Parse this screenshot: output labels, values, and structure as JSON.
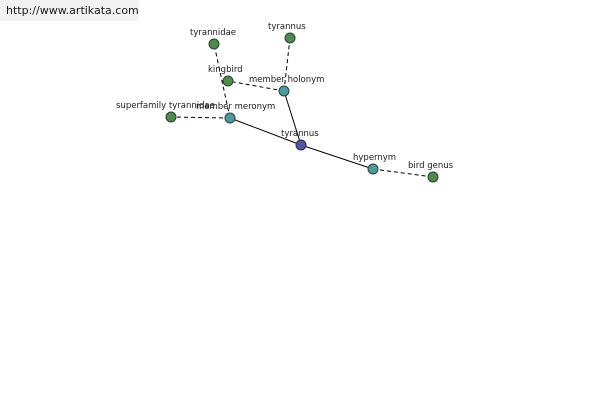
{
  "banner": {
    "url_text": "http://www.artikata.com"
  },
  "colors": {
    "word_node": "#4f8a4f",
    "relation_node": "#4f9a9a",
    "center_node": "#5555a0"
  },
  "nodes": [
    {
      "id": "tyrannidae",
      "label": "tyrannidae",
      "kind": "word"
    },
    {
      "id": "tyrannus_top",
      "label": "tyrannus",
      "kind": "word"
    },
    {
      "id": "kingbird",
      "label": "kingbird",
      "kind": "word"
    },
    {
      "id": "member_holonym",
      "label": "member holonym",
      "kind": "relation"
    },
    {
      "id": "superfamily",
      "label": "superfamily tyrannidae",
      "kind": "word"
    },
    {
      "id": "member_meronym",
      "label": "member meronym",
      "kind": "relation"
    },
    {
      "id": "tyrannus_center",
      "label": "tyrannus",
      "kind": "center"
    },
    {
      "id": "hypernym",
      "label": "hypernym",
      "kind": "relation"
    },
    {
      "id": "bird_genus",
      "label": "bird genus",
      "kind": "word"
    }
  ],
  "edges": [
    {
      "from": "tyrannus_center",
      "to": "member_meronym",
      "style": "solid"
    },
    {
      "from": "tyrannus_center",
      "to": "member_holonym",
      "style": "solid"
    },
    {
      "from": "tyrannus_center",
      "to": "hypernym",
      "style": "solid"
    },
    {
      "from": "member_meronym",
      "to": "superfamily",
      "style": "dashed"
    },
    {
      "from": "member_meronym",
      "to": "tyrannidae",
      "style": "dashed"
    },
    {
      "from": "member_holonym",
      "to": "kingbird",
      "style": "dashed"
    },
    {
      "from": "member_holonym",
      "to": "tyrannus_top",
      "style": "dashed"
    },
    {
      "from": "hypernym",
      "to": "bird_genus",
      "style": "dashed"
    }
  ]
}
